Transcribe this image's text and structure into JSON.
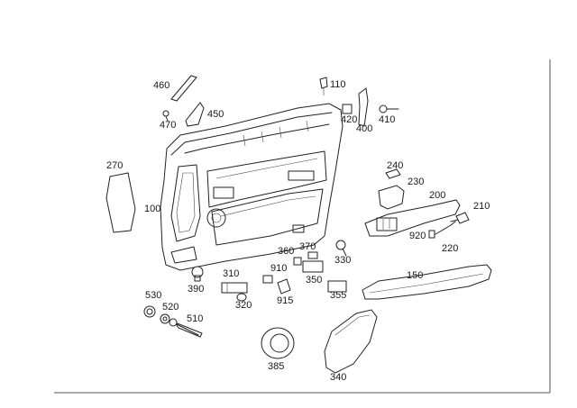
{
  "parts": [
    {
      "id": "100",
      "label": "100"
    },
    {
      "id": "110",
      "label": "110"
    },
    {
      "id": "150",
      "label": "150"
    },
    {
      "id": "200",
      "label": "200"
    },
    {
      "id": "210",
      "label": "210"
    },
    {
      "id": "220",
      "label": "220"
    },
    {
      "id": "230",
      "label": "230"
    },
    {
      "id": "240",
      "label": "240"
    },
    {
      "id": "270",
      "label": "270"
    },
    {
      "id": "310",
      "label": "310"
    },
    {
      "id": "320",
      "label": "320"
    },
    {
      "id": "330",
      "label": "330"
    },
    {
      "id": "340",
      "label": "340"
    },
    {
      "id": "350",
      "label": "350"
    },
    {
      "id": "355",
      "label": "355"
    },
    {
      "id": "360",
      "label": "360"
    },
    {
      "id": "370",
      "label": "370"
    },
    {
      "id": "385",
      "label": "385"
    },
    {
      "id": "390",
      "label": "390"
    },
    {
      "id": "400",
      "label": "400"
    },
    {
      "id": "410",
      "label": "410"
    },
    {
      "id": "420",
      "label": "420"
    },
    {
      "id": "450",
      "label": "450"
    },
    {
      "id": "460",
      "label": "460"
    },
    {
      "id": "470",
      "label": "470"
    },
    {
      "id": "510",
      "label": "510"
    },
    {
      "id": "520",
      "label": "520"
    },
    {
      "id": "530",
      "label": "530"
    },
    {
      "id": "910",
      "label": "910"
    },
    {
      "id": "915",
      "label": "915"
    },
    {
      "id": "920",
      "label": "920"
    }
  ]
}
